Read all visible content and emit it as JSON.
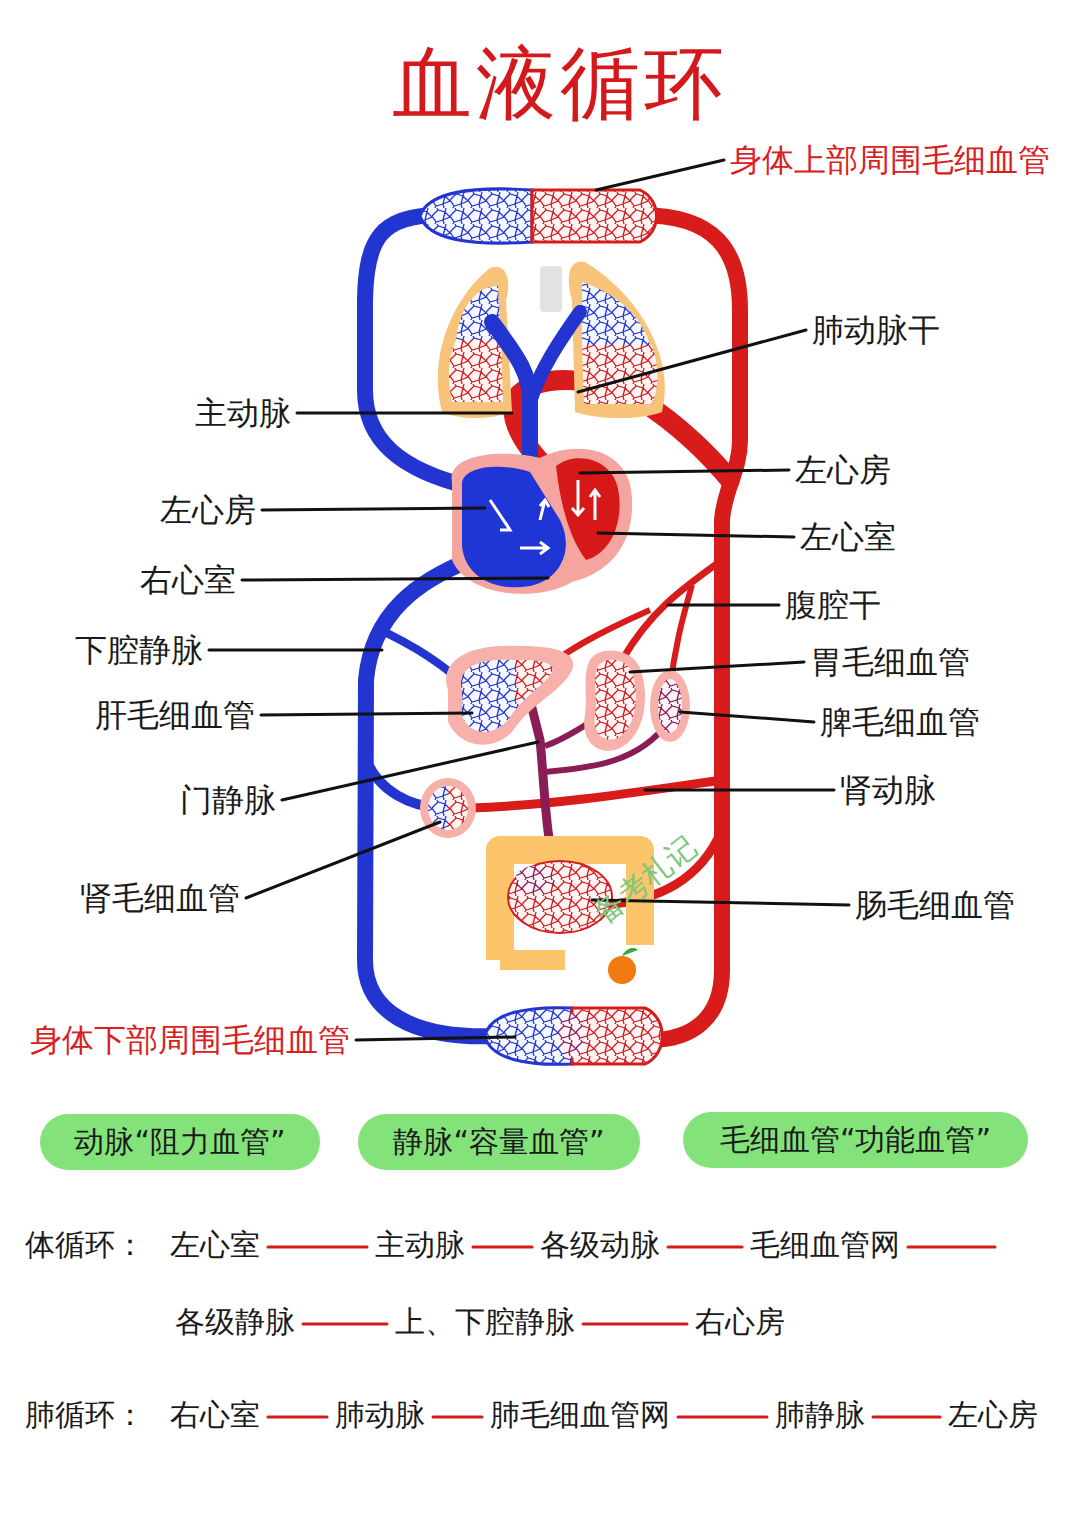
{
  "diagram": {
    "title": "血液循环",
    "nodes": [
      {
        "text": [
          "动脉“阻力血管”"
        ]
      },
      {
        "text": [
          "静脉“容量血管”"
        ]
      },
      {
        "text": [
          "毛细血管“功能血管”"
        ]
      }
    ],
    "labels": [
      "身体上部周围毛细血管",
      "肺动脉干",
      "主动脉",
      "左心房",
      "左心房",
      "左心室",
      "右心室",
      "腹腔干",
      "下腔静脉",
      "胃毛细血管",
      "肝毛细血管",
      "脾毛细血管",
      "肾动脉",
      "门静脉",
      "肾毛细血管",
      "肠毛细血管",
      "备考札记",
      "身体下部周围毛细血管",
      "体循环：",
      "左心室",
      "主动脉",
      "各级动脉",
      "毛细血管网",
      "各级静脉",
      "上、下腔静脉",
      "右心房",
      "肺循环：",
      "右心室",
      "肺动脉",
      "肺毛细血管网",
      "肺静脉",
      "左心房"
    ]
  }
}
